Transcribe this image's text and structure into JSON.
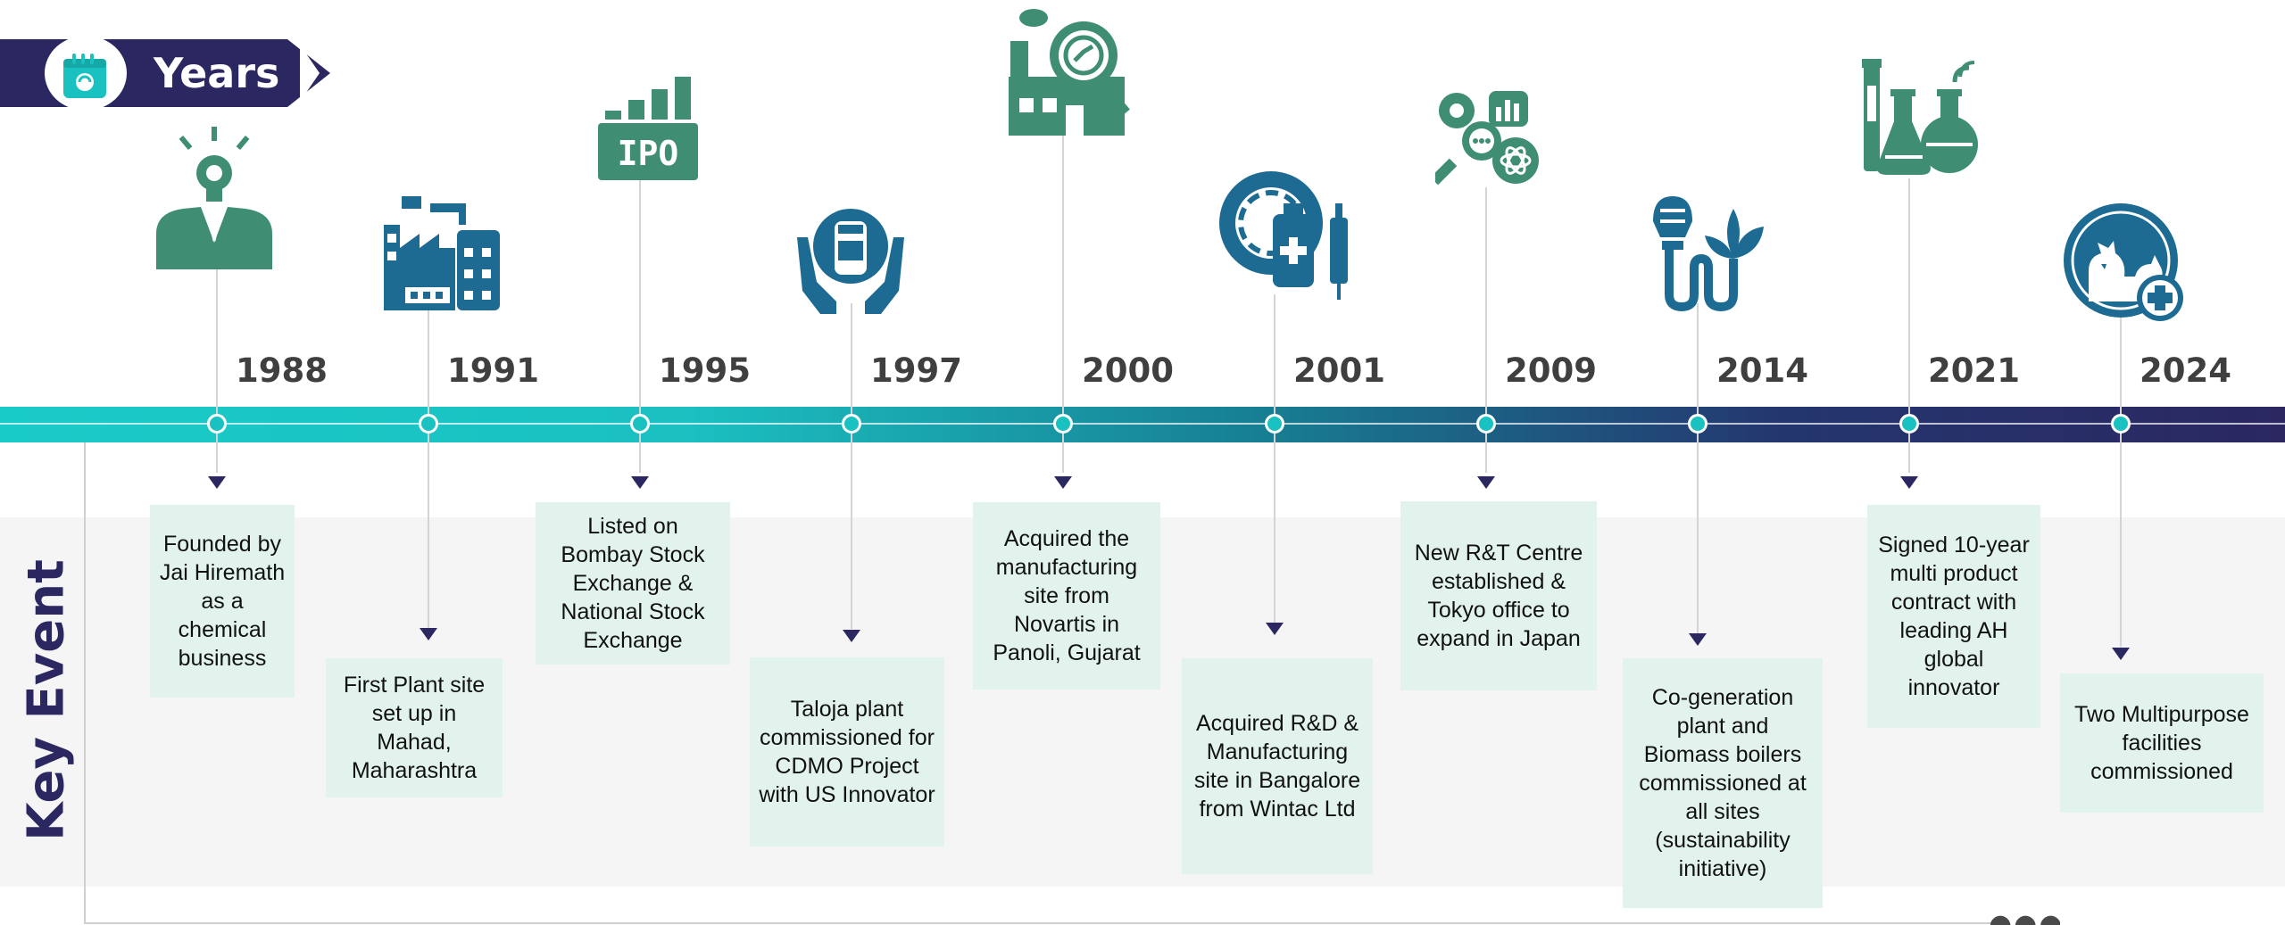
{
  "header": {
    "title": "Years",
    "icon": "calendar-icon"
  },
  "section_label": "Key Event",
  "colors": {
    "navy": "#2b2761",
    "teal": "#19cbc8",
    "icon_green": "#3f8e74",
    "icon_blue": "#1d6b93",
    "box_bg": "#e2f3ee"
  },
  "milestones": [
    {
      "year": "1988",
      "event": "Founded by Jai Hiremath as a chemical business",
      "icon": "idea-person-icon"
    },
    {
      "year": "1991",
      "event": "First Plant site set up in Mahad, Maharashtra",
      "icon": "factory-icon"
    },
    {
      "year": "1995",
      "event": "Listed on Bombay Stock Exchange & National Stock Exchange",
      "icon": "ipo-chart-icon"
    },
    {
      "year": "1997",
      "event": "Taloja plant commissioned for CDMO Project with US Innovator",
      "icon": "hands-vial-icon"
    },
    {
      "year": "2000",
      "event": "Acquired the manufacturing site from Novartis in Panoli, Gujarat",
      "icon": "factory-magnifier-icon"
    },
    {
      "year": "2001",
      "event": "Acquired R&D & Manufacturing site in Bangalore from Wintac Ltd",
      "icon": "medicine-research-icon"
    },
    {
      "year": "2009",
      "event": "New R&T Centre established & Tokyo office to expand in Japan",
      "icon": "research-gears-icon"
    },
    {
      "year": "2014",
      "event": "Co-generation plant and Biomass boilers commissioned at all sites (sustainability initiative)",
      "icon": "bio-energy-icon"
    },
    {
      "year": "2021",
      "event": "Signed 10-year multi product contract with leading AH global innovator",
      "icon": "lab-flasks-icon"
    },
    {
      "year": "2024",
      "event": "Two Multipurpose facilities commissioned",
      "icon": "animal-health-icon"
    }
  ]
}
